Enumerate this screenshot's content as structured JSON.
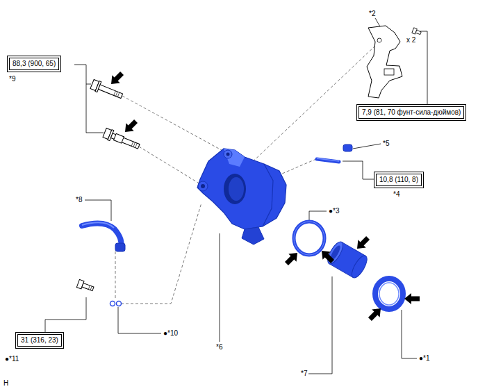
{
  "diagram": {
    "nodes": [
      {
        "text": [
          "88,3 (900, 65)"
        ]
      },
      {
        "text": [
          "7,9 (81, 70 фунт-сила-дюймов)"
        ]
      },
      {
        "text": [
          "10,8 (110, 8)"
        ]
      },
      {
        "text": [
          "31 (316, 23)"
        ]
      }
    ],
    "labels": [
      "*2",
      "x 2",
      "*9",
      "*5",
      "*4",
      "●*3",
      "*8",
      "*6",
      "*7",
      "●*10",
      "●*11",
      "●*1",
      "H"
    ]
  }
}
